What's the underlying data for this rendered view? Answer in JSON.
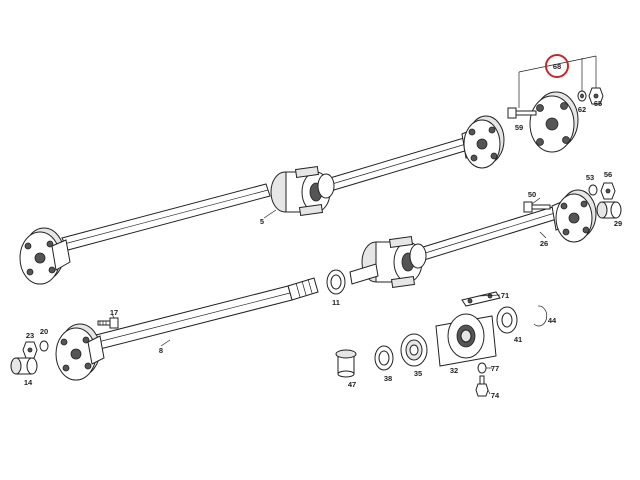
{
  "highlight": {
    "part": "68",
    "color": "#c62828"
  },
  "callouts": [
    {
      "id": "c68",
      "text": "68"
    },
    {
      "id": "c59",
      "text": "59"
    },
    {
      "id": "c62",
      "text": "62"
    },
    {
      "id": "c65",
      "text": "65"
    },
    {
      "id": "c5",
      "text": "5"
    },
    {
      "id": "c53",
      "text": "53"
    },
    {
      "id": "c56",
      "text": "56"
    },
    {
      "id": "c50",
      "text": "50"
    },
    {
      "id": "c29",
      "text": "29"
    },
    {
      "id": "c26",
      "text": "26"
    },
    {
      "id": "c11",
      "text": "11"
    },
    {
      "id": "c17",
      "text": "17"
    },
    {
      "id": "c71",
      "text": "71"
    },
    {
      "id": "c23",
      "text": "23"
    },
    {
      "id": "c20",
      "text": "20"
    },
    {
      "id": "c8",
      "text": "8"
    },
    {
      "id": "c44",
      "text": "44"
    },
    {
      "id": "c41",
      "text": "41"
    },
    {
      "id": "c14",
      "text": "14"
    },
    {
      "id": "c47",
      "text": "47"
    },
    {
      "id": "c38",
      "text": "38"
    },
    {
      "id": "c35",
      "text": "35"
    },
    {
      "id": "c32",
      "text": "32"
    },
    {
      "id": "c77",
      "text": "77"
    },
    {
      "id": "c74",
      "text": "74"
    }
  ]
}
